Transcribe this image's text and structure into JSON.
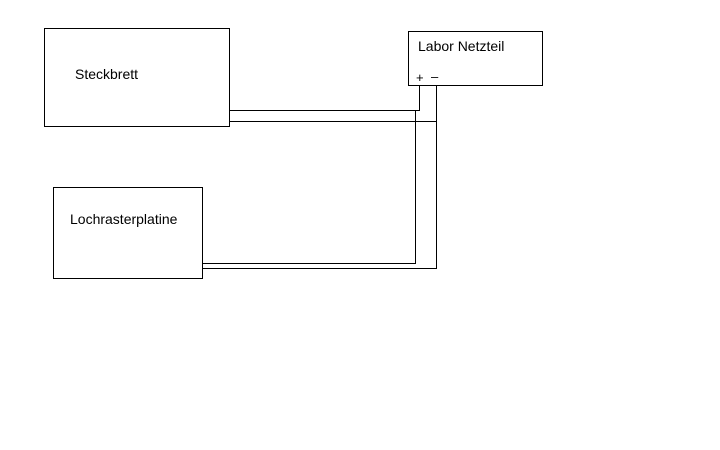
{
  "diagram": {
    "nodes": {
      "steckbrett": {
        "label": "Steckbrett"
      },
      "lochrasterplatine": {
        "label": "Lochrasterplatine"
      },
      "netzteil": {
        "label": "Labor Netzteil",
        "terminal_plus": "+",
        "terminal_minus": "–"
      }
    },
    "connections": [
      {
        "from": "netzteil.plus",
        "to": "steckbrett"
      },
      {
        "from": "netzteil.minus",
        "to": "steckbrett"
      },
      {
        "from": "netzteil.plus",
        "to": "lochrasterplatine"
      },
      {
        "from": "netzteil.minus",
        "to": "lochrasterplatine"
      }
    ],
    "colors": {
      "line": "#000000",
      "background": "#ffffff"
    }
  }
}
